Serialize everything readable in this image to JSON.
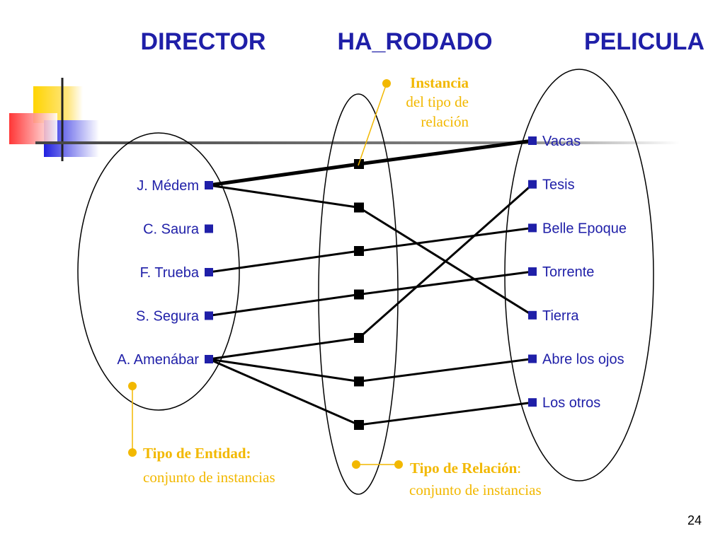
{
  "headers": {
    "entity1": "DIRECTOR",
    "relationship": "HA_RODADO",
    "entity2": "PELICULA"
  },
  "directors": [
    "J. Médem",
    "C. Saura",
    "F. Trueba",
    "S. Segura",
    "A. Amenábar"
  ],
  "films": [
    "Vacas",
    "Tesis",
    "Belle Epoque",
    "Torrente",
    "Tierra",
    "Abre los ojos",
    "Los otros"
  ],
  "instances": [
    {
      "director": "J. Médem",
      "film": "Vacas",
      "highlighted": true
    },
    {
      "director": "J. Médem",
      "film": "Tierra",
      "highlighted": false
    },
    {
      "director": "F. Trueba",
      "film": "Belle Epoque",
      "highlighted": false
    },
    {
      "director": "S. Segura",
      "film": "Torrente",
      "highlighted": false
    },
    {
      "director": "A. Amenábar",
      "film": "Tesis",
      "highlighted": false
    },
    {
      "director": "A. Amenábar",
      "film": "Abre los ojos",
      "highlighted": false
    },
    {
      "director": "A. Amenábar",
      "film": "Los otros",
      "highlighted": false
    }
  ],
  "annotations": {
    "instancia": {
      "bold": "Instancia",
      "line1": "del tipo de",
      "line2": "relación"
    },
    "tipo_entidad": {
      "bold": "Tipo de Entidad:",
      "rest": "conjunto de instancias"
    },
    "tipo_relacion": {
      "bold": "Tipo de Relación",
      "colon": ":",
      "rest": "conjunto de instancias"
    }
  },
  "page_number": "24",
  "colors": {
    "title": "#1f1fa8",
    "label": "#1f1fa8",
    "annotation": "#f2b800",
    "square": "#1f1fa8",
    "line": "#000000"
  }
}
